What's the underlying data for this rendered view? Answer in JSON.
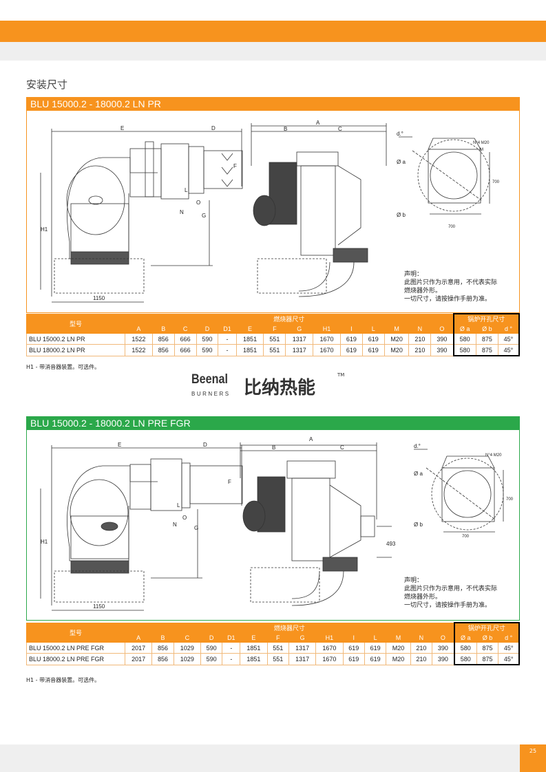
{
  "page": {
    "title": "安装尺寸",
    "page_number": "25"
  },
  "logo": {
    "en": "Beenal",
    "sub": "BURNERS",
    "cn": "比纳热能",
    "tm": "TM"
  },
  "colors": {
    "orange": "#f7931e",
    "green": "#2ba84a",
    "grey": "#efefef"
  },
  "dim_labels": {
    "A": "A",
    "B": "B",
    "C": "C",
    "D": "D",
    "E": "E",
    "F": "F",
    "G": "G",
    "H1": "H1",
    "L": "L",
    "N": "N",
    "O": "O",
    "w1150": "1150",
    "w700": "700",
    "h700": "700",
    "h493": "493",
    "d": "d.°",
    "oa": "Ø a",
    "ob": "Ø b",
    "m20": "N°4 M20",
    "m": "M"
  },
  "sections": [
    {
      "header": "BLU 15000.2 - 18000.2 LN PR",
      "note": [
        "声明：",
        "此图片只作为示意用，不代表实际",
        "燃烧器外形。",
        "一切尺寸，请按操作手册为准。"
      ],
      "table": {
        "model_label": "型号",
        "group_label": "燃烧器尺寸",
        "furnace_label": "锅炉开孔尺寸",
        "columns": [
          "A",
          "B",
          "C",
          "D",
          "D1",
          "E",
          "F",
          "G",
          "H1",
          "I",
          "L",
          "M",
          "N",
          "O"
        ],
        "furnace_columns": [
          "Ø a",
          "Ø b",
          "d °"
        ],
        "rows": [
          {
            "model": "BLU 15000.2 LN PR",
            "values": [
              "1522",
              "856",
              "666",
              "590",
              "-",
              "1851",
              "551",
              "1317",
              "1670",
              "619",
              "619",
              "M20",
              "210",
              "390"
            ],
            "furnace": [
              "580",
              "875",
              "45°"
            ]
          },
          {
            "model": "BLU 18000.2 LN PR",
            "values": [
              "1522",
              "856",
              "666",
              "590",
              "-",
              "1851",
              "551",
              "1317",
              "1670",
              "619",
              "619",
              "M20",
              "210",
              "390"
            ],
            "furnace": [
              "580",
              "875",
              "45°"
            ]
          }
        ]
      },
      "footnote": "H1 - 带消音器装置。可选件。"
    },
    {
      "header": "BLU 15000.2 - 18000.2 LN PRE FGR",
      "note": [
        "声明：",
        "此图片只作为示意用，不代表实际",
        "燃烧器外形。",
        "一切尺寸，请按操作手册为准。"
      ],
      "table": {
        "model_label": "型号",
        "group_label": "燃烧器尺寸",
        "furnace_label": "锅炉开孔尺寸",
        "columns": [
          "A",
          "B",
          "C",
          "D",
          "D1",
          "E",
          "F",
          "G",
          "H1",
          "I",
          "L",
          "M",
          "N",
          "O"
        ],
        "furnace_columns": [
          "Ø a",
          "Ø b",
          "d °"
        ],
        "rows": [
          {
            "model": "BLU 15000.2 LN PRE FGR",
            "values": [
              "2017",
              "856",
              "1029",
              "590",
              "-",
              "1851",
              "551",
              "1317",
              "1670",
              "619",
              "619",
              "M20",
              "210",
              "390"
            ],
            "furnace": [
              "580",
              "875",
              "45°"
            ]
          },
          {
            "model": "BLU 18000.2 LN PRE FGR",
            "values": [
              "2017",
              "856",
              "1029",
              "590",
              "-",
              "1851",
              "551",
              "1317",
              "1670",
              "619",
              "619",
              "M20",
              "210",
              "390"
            ],
            "furnace": [
              "580",
              "875",
              "45°"
            ]
          }
        ]
      },
      "footnote": "H1 - 带消音器装置。可选件。"
    }
  ]
}
